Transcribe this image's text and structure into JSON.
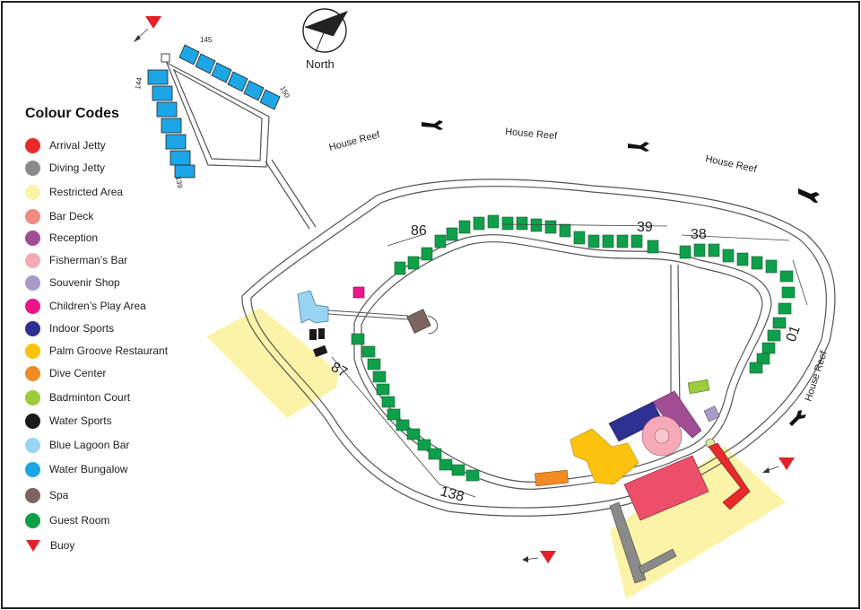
{
  "legend": {
    "title": "Colour Codes",
    "items": [
      {
        "label": "Arrival Jetty",
        "color": "#e82a2a",
        "shape": "circle"
      },
      {
        "label": "Diving Jetty",
        "color": "#8a8a8a",
        "shape": "circle"
      },
      {
        "label": "Restricted Area",
        "color": "#fbf4a8",
        "shape": "circle"
      },
      {
        "label": "Bar Deck",
        "color": "#f18b84",
        "shape": "circle"
      },
      {
        "label": "Reception",
        "color": "#a24d93",
        "shape": "circle"
      },
      {
        "label": "Fisherman’s Bar",
        "color": "#f6aab7",
        "shape": "circle"
      },
      {
        "label": "Souvenir Shop",
        "color": "#a99bc8",
        "shape": "circle"
      },
      {
        "label": "Children’s Play Area",
        "color": "#ec1589",
        "shape": "circle"
      },
      {
        "label": "Indoor Sports",
        "color": "#2e3192",
        "shape": "circle"
      },
      {
        "label": "Palm Groove Restaurant",
        "color": "#fcc30e",
        "shape": "circle"
      },
      {
        "label": "Dive Center",
        "color": "#f28b25",
        "shape": "circle"
      },
      {
        "label": "Badminton Court",
        "color": "#9ccb3b",
        "shape": "circle"
      },
      {
        "label": "Water Sports",
        "color": "#1a1a1a",
        "shape": "circle"
      },
      {
        "label": "Blue Lagoon Bar",
        "color": "#99d4f2",
        "shape": "circle"
      },
      {
        "label": "Water Bungalow",
        "color": "#1ca6e6",
        "shape": "circle"
      },
      {
        "label": "Spa",
        "color": "#7c6560",
        "shape": "circle"
      },
      {
        "label": "Guest Room",
        "color": "#0e9f4a",
        "shape": "circle"
      },
      {
        "label": "Buoy",
        "color": "#e4202a",
        "shape": "triangle"
      }
    ]
  },
  "compass": {
    "label": "North"
  },
  "reef_labels": [
    "House Reef",
    "House Reef",
    "House Reef",
    "House Reef"
  ],
  "room_numbers": {
    "n86": "86",
    "n39": "39",
    "n38": "38",
    "n01": "01",
    "n87": "87",
    "n138": "138",
    "n145": "145",
    "n150": "150",
    "n144": "144",
    "n139": "139"
  }
}
